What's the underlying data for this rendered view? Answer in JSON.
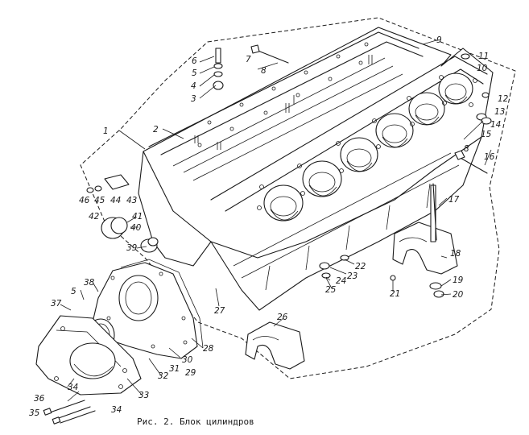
{
  "caption": "Рис. 2. Блок цилиндров",
  "callouts": {
    "c1": "1",
    "c2": "2",
    "c3": "3",
    "c4": "4",
    "c5": "5",
    "c6": "6",
    "c7": "7",
    "c8": "8",
    "c8b": "8",
    "c9": "9",
    "c10": "10",
    "c11": "11",
    "c12": "12",
    "c13": "13",
    "c14": "14",
    "c15": "15",
    "c16": "16",
    "c17": "17",
    "c18": "18",
    "c19": "19",
    "c20": "20",
    "c21": "21",
    "c22": "22",
    "c23": "23",
    "c24": "24",
    "c25": "25",
    "c26": "26",
    "c27": "27",
    "c28": "28",
    "c29": "29",
    "c30": "30",
    "c31": "31",
    "c32": "32",
    "c33": "33",
    "c34": "34",
    "c34b": "34",
    "c35": "35",
    "c36": "36",
    "c37": "37",
    "c5b": "5",
    "c38": "38",
    "c39": "39",
    "c40": "40",
    "c41": "41",
    "c42": "42",
    "c43": "43",
    "c44": "44",
    "c45": "45",
    "c46": "46"
  }
}
